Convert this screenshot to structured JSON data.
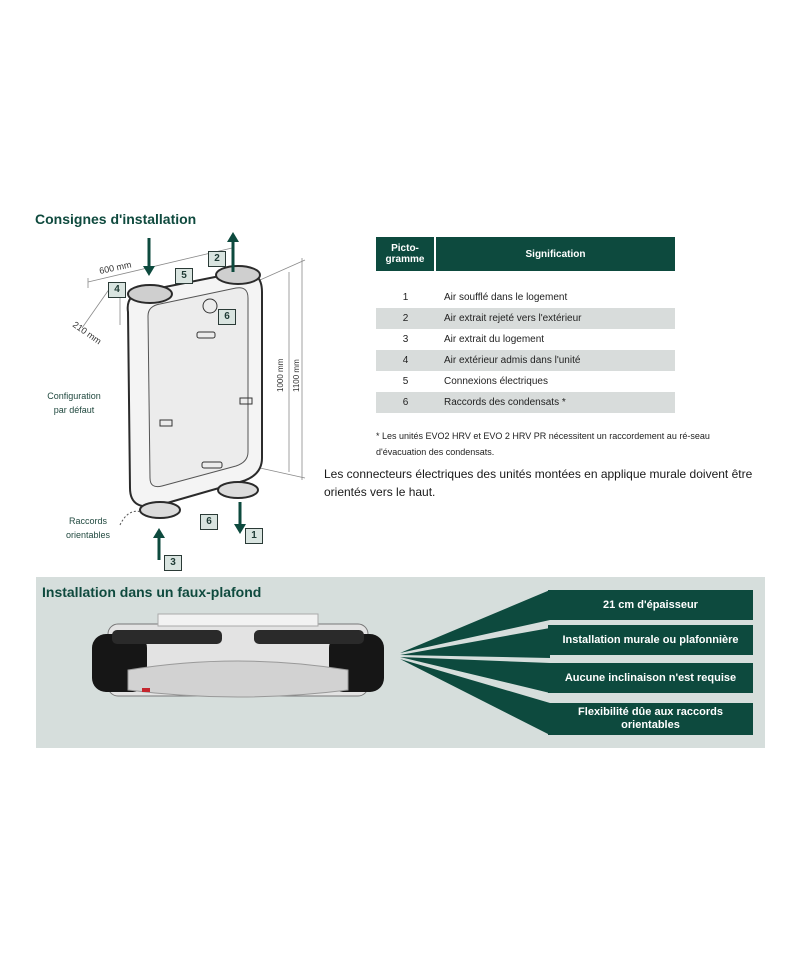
{
  "section1": {
    "title": "Consignes d'installation"
  },
  "diagram": {
    "dim_width": "600 mm",
    "dim_depth": "210 mm",
    "dim_height_inner": "1000 mm",
    "dim_height_outer": "1100 mm",
    "label_config_line1": "Configuration",
    "label_config_line2": "par défaut",
    "label_raccords_line1": "Raccords",
    "label_raccords_line2": "orientables",
    "badges": [
      "1",
      "2",
      "3",
      "4",
      "5",
      "6",
      "6"
    ]
  },
  "table": {
    "header_col1_line1": "Picto-",
    "header_col1_line2": "gramme",
    "header_col2": "Signification",
    "rows": [
      {
        "num": "1",
        "text": "Air soufflé dans le logement"
      },
      {
        "num": "2",
        "text": "Air extrait rejeté vers l'extérieur"
      },
      {
        "num": "3",
        "text": "Air extrait du logement"
      },
      {
        "num": "4",
        "text": "Air extérieur admis dans l'unité"
      },
      {
        "num": "5",
        "text": "Connexions électriques"
      },
      {
        "num": "6",
        "text": "Raccords des condensats *"
      }
    ],
    "footnote": "* Les unités EVO2 HRV et EVO 2 HRV PR nécessitent un raccordement au ré-seau d'évacuation des condensats."
  },
  "note": "Les connecteurs électriques des unités montées en applique murale doivent être orientés vers le haut.",
  "section2": {
    "title": "Installation dans un faux-plafond",
    "features": [
      "21 cm d'épaisseur",
      "Installation murale ou plafonnière",
      "Aucune inclinaison n'est requise",
      "Flexibilité dûe aux raccords orientables"
    ]
  },
  "colors": {
    "brand_green": "#0d4a3e",
    "band_bg": "#d6dedc",
    "row_shade": "#d8dcdb"
  }
}
